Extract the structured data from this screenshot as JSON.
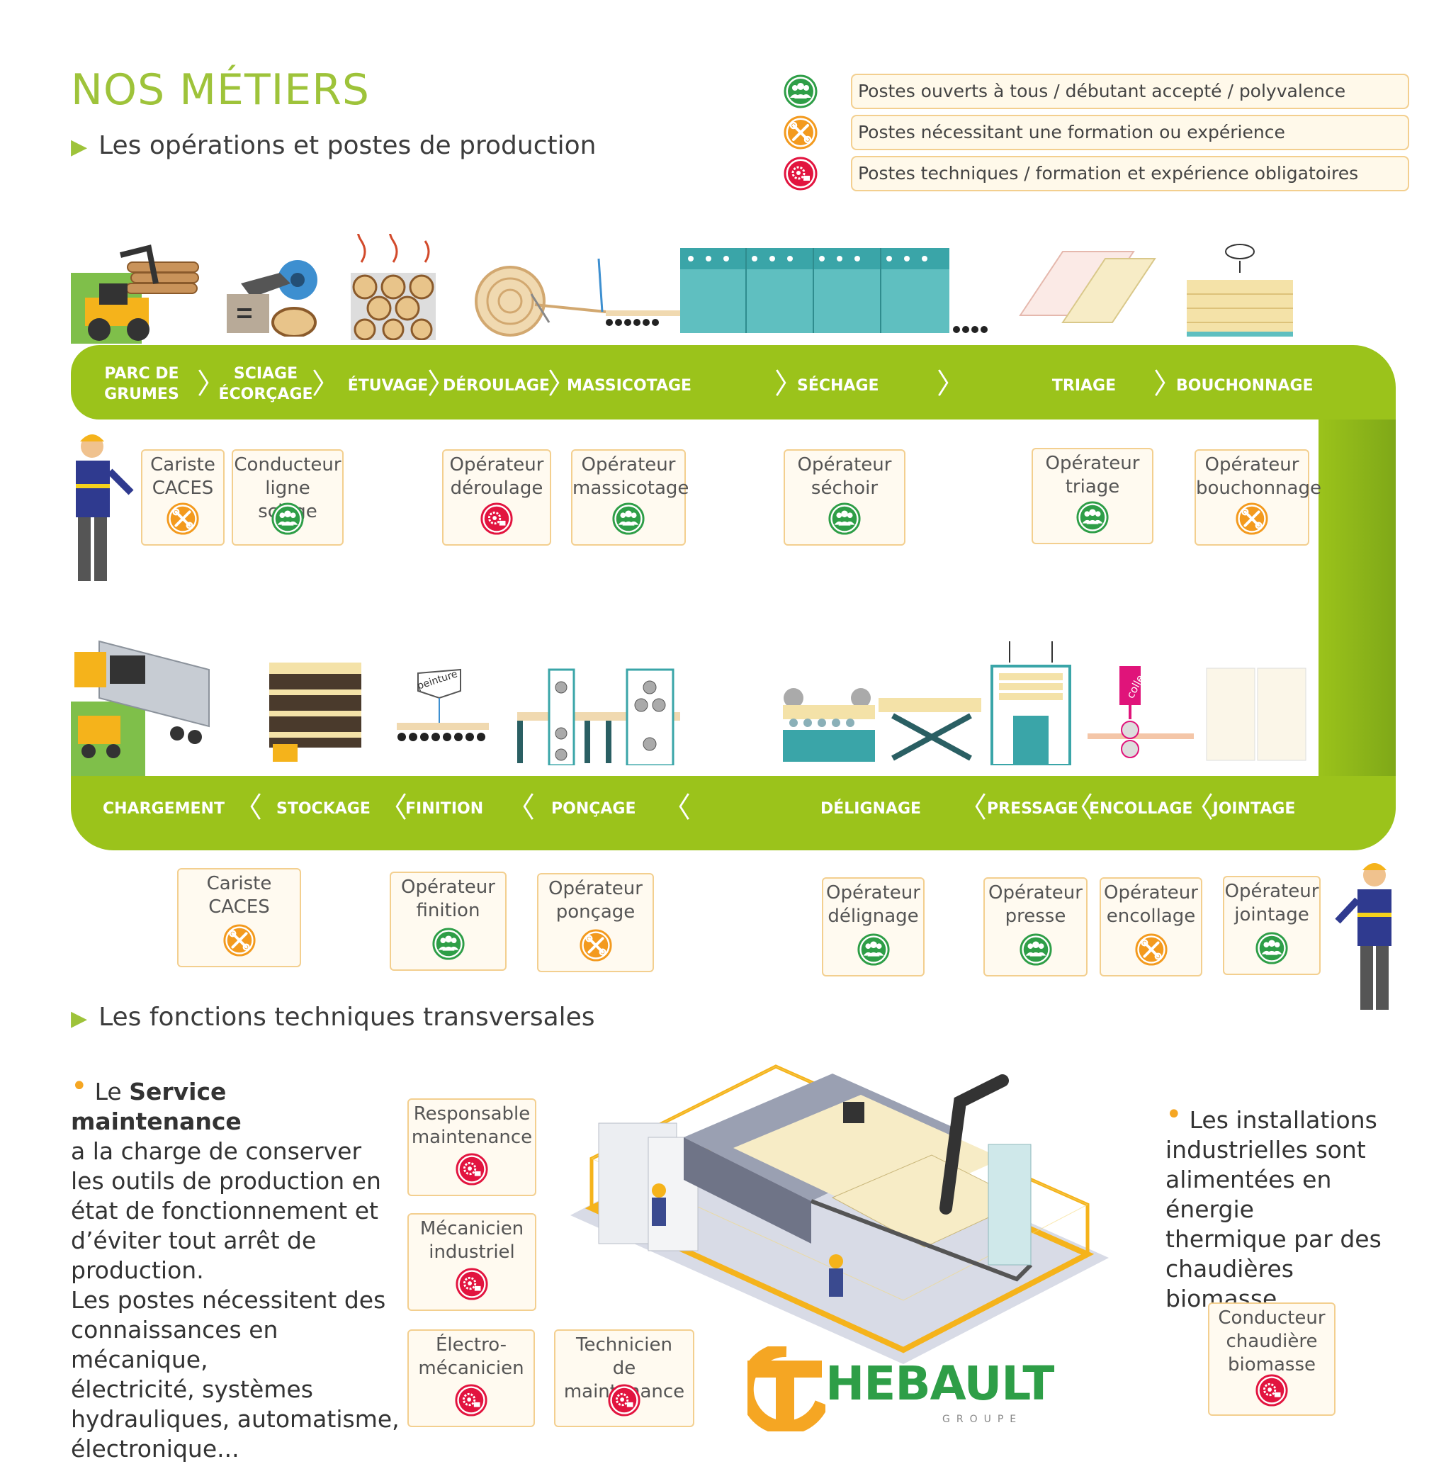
{
  "header": {
    "title": "NOS MÉTIERS",
    "section1": "Les opérations et postes de production",
    "section2": "Les fonctions techniques transversales"
  },
  "legend": [
    {
      "type": "green",
      "label": "Postes ouverts à tous / débutant accepté / polyvalence"
    },
    {
      "type": "orange",
      "label": "Postes nécessitant une formation ou expérience"
    },
    {
      "type": "red",
      "label": "Postes techniques / formation et expérience obligatoires"
    }
  ],
  "colors": {
    "green": "#2e9e47",
    "orange": "#f39a1e",
    "red": "#e2143f",
    "band": "#9bc31b",
    "title": "#9ec33a",
    "box_border": "#f3cf8f"
  },
  "top_steps": [
    {
      "label": "PARC DE\nGRUMES"
    },
    {
      "label": "SCIAGE\nÉCORÇAGE"
    },
    {
      "label": "ÉTUVAGE"
    },
    {
      "label": "DÉROULAGE"
    },
    {
      "label": "MASSICOTAGE"
    },
    {
      "label": "SÉCHAGE"
    },
    {
      "label": "TRIAGE"
    },
    {
      "label": "BOUCHONNAGE"
    }
  ],
  "bottom_steps": [
    {
      "label": "CHARGEMENT"
    },
    {
      "label": "STOCKAGE"
    },
    {
      "label": "FINITION"
    },
    {
      "label": "PONÇAGE"
    },
    {
      "label": "DÉLIGNAGE"
    },
    {
      "label": "PRESSAGE"
    },
    {
      "label": "ENCOLLAGE"
    },
    {
      "label": "JOINTAGE"
    }
  ],
  "top_jobs": [
    {
      "label": "Cariste\nCACES",
      "icon": "orange"
    },
    {
      "label": "Conducteur\nligne sciage",
      "icon": "green"
    },
    {
      "label": "Opérateur\ndéroulage",
      "icon": "red"
    },
    {
      "label": "Opérateur\nmassicotage",
      "icon": "green"
    },
    {
      "label": "Opérateur\nséchoir",
      "icon": "green"
    },
    {
      "label": "Opérateur\ntriage",
      "icon": "green"
    },
    {
      "label": "Opérateur\nbouchonnage",
      "icon": "orange"
    }
  ],
  "bottom_jobs": [
    {
      "label": "Cariste\nCACES",
      "icon": "orange"
    },
    {
      "label": "Opérateur\nfinition",
      "icon": "green"
    },
    {
      "label": "Opérateur\nponçage",
      "icon": "orange"
    },
    {
      "label": "Opérateur\ndélignage",
      "icon": "green"
    },
    {
      "label": "Opérateur\npresse",
      "icon": "green"
    },
    {
      "label": "Opérateur\nencollage",
      "icon": "orange"
    },
    {
      "label": "Opérateur\njointage",
      "icon": "green"
    }
  ],
  "illustration_labels": {
    "peinture": "peinture",
    "colle": "colle"
  },
  "maintenance": {
    "pre": "Le ",
    "bold": "Service maintenance",
    "rest": "a la charge de conserver\nles outils de production en\nétat de fonctionnement et\nd’éviter tout arrêt de production.\nLes postes nécessitent des\nconnaissances en mécanique,\nélectricité, systèmes\nhydrauliques, automatisme,\nélectronique..."
  },
  "maint_jobs": [
    {
      "label": "Responsable\nmaintenance",
      "icon": "red"
    },
    {
      "label": "Mécanicien\nindustriel",
      "icon": "red"
    },
    {
      "label": "Électro-\nmécanicien",
      "icon": "red"
    },
    {
      "label": "Technicien\nde maintenance",
      "icon": "red"
    }
  ],
  "biomass": {
    "text": "Les installations\nindustrielles sont\nalimentées en énergie\nthermique par des\nchaudières biomasse.",
    "job": {
      "label": "Conducteur\nchaudière\nbiomasse",
      "icon": "red"
    }
  },
  "logo": {
    "name": "HEBAULT",
    "sub": "GROUPE"
  }
}
